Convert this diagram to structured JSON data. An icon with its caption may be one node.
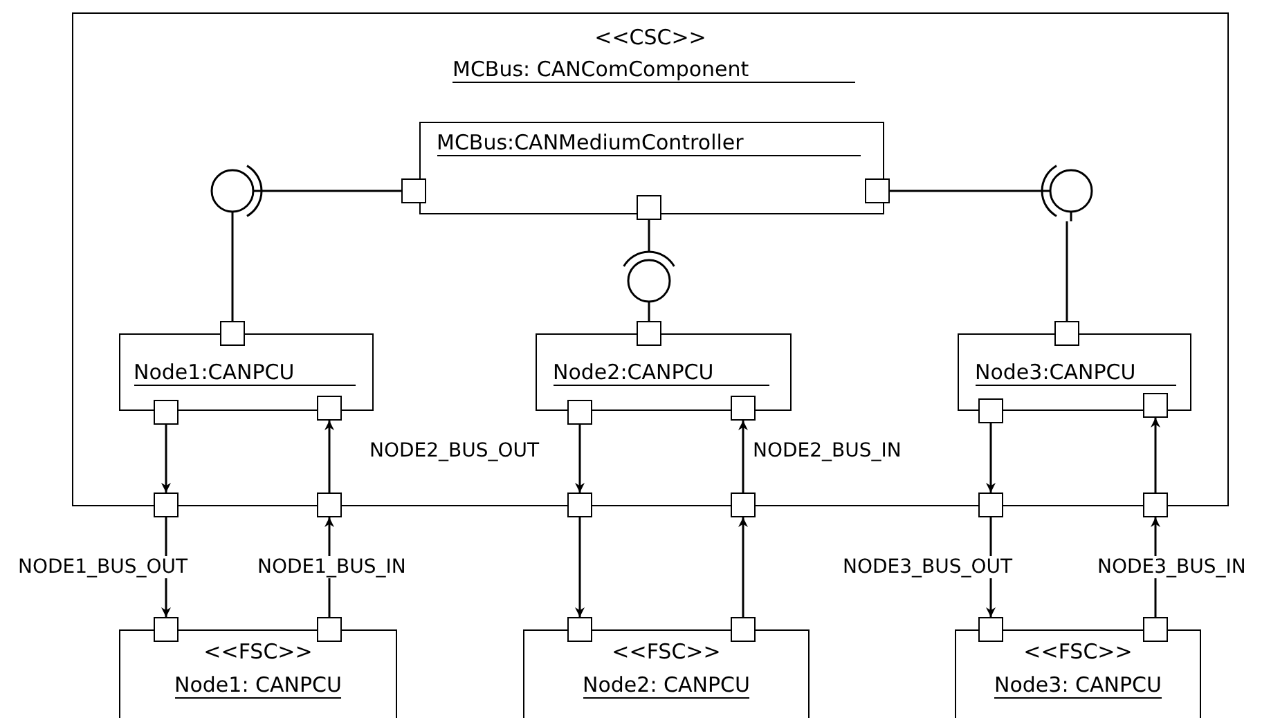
{
  "diagram": {
    "nodes": [
      {
        "text": [
          "<<CSC>>",
          "MCBus: CANComComponent"
        ]
      },
      {
        "text": [
          "MCBus:CANMediumController"
        ],
        "in": 0
      },
      {
        "text": [
          "Node1:CANPCU"
        ],
        "in": 0
      },
      {
        "text": [
          "Node2:CANPCU"
        ],
        "in": 0
      },
      {
        "text": [
          "Node3:CANPCU"
        ],
        "in": 0
      },
      {
        "text": [
          "<<FSC>>",
          "Node1: CANPCU"
        ]
      },
      {
        "text": [
          "<<FSC>>",
          "Node2: CANPCU"
        ]
      },
      {
        "text": [
          "<<FSC>>",
          "Node3: CANPCU"
        ]
      },
      {
        "text": [],
        "shape": "box",
        "in": 0
      },
      {
        "text": [],
        "shape": "box",
        "in": 0
      },
      {
        "text": [],
        "shape": "box",
        "in": 0
      },
      {
        "text": [],
        "shape": "box",
        "in": 0
      },
      {
        "text": [],
        "shape": "box",
        "in": 0
      },
      {
        "text": [],
        "shape": "box",
        "in": 0
      },
      {
        "text": [],
        "shape": "box",
        "in": 0
      },
      {
        "text": [],
        "shape": "box",
        "in": 0
      },
      {
        "text": [],
        "shape": "box",
        "in": 0
      },
      {
        "text": [],
        "shape": "box",
        "in": 0
      },
      {
        "text": [],
        "shape": "box",
        "in": 0
      },
      {
        "text": [],
        "shape": "box",
        "in": 0
      },
      {
        "text": [],
        "shape": "box"
      },
      {
        "text": [],
        "shape": "box"
      },
      {
        "text": [],
        "shape": "box"
      },
      {
        "text": [],
        "shape": "box"
      },
      {
        "text": [],
        "shape": "box"
      },
      {
        "text": [],
        "shape": "box"
      },
      {
        "text": [],
        "shape": "box"
      },
      {
        "text": [],
        "shape": "box"
      },
      {
        "text": [],
        "shape": "box"
      },
      {
        "text": [],
        "shape": "box"
      },
      {
        "text": [],
        "shape": "box"
      },
      {
        "text": [],
        "shape": "box"
      },
      {
        "text": [],
        "shape": "circle",
        "in": 0
      },
      {
        "text": [],
        "shape": "circle",
        "in": 0
      },
      {
        "text": [],
        "shape": "circle",
        "in": 0
      }
    ],
    "edges": [
      {
        "from": 8,
        "to": 32,
        "arrow": "none"
      },
      {
        "from": 32,
        "to": 11,
        "arrow": "none"
      },
      {
        "from": 9,
        "to": 33,
        "arrow": "none"
      },
      {
        "from": 33,
        "to": 12,
        "arrow": "none"
      },
      {
        "from": 10,
        "to": 34,
        "arrow": "none"
      },
      {
        "from": 34,
        "to": 13,
        "arrow": "none"
      },
      {
        "from": 14,
        "to": 20,
        "arrow": "to"
      },
      {
        "from": 20,
        "to": 26,
        "arrow": "to",
        "label": "NODE1_BUS_OUT"
      },
      {
        "from": 27,
        "to": 21,
        "arrow": "to",
        "label": "NODE1_BUS_IN"
      },
      {
        "from": 21,
        "to": 15,
        "arrow": "to"
      },
      {
        "from": 16,
        "to": 22,
        "arrow": "to",
        "label": "NODE2_BUS_OUT"
      },
      {
        "from": 22,
        "to": 28,
        "arrow": "to"
      },
      {
        "from": 29,
        "to": 23,
        "arrow": "to"
      },
      {
        "from": 23,
        "to": 17,
        "arrow": "to",
        "label": "NODE2_BUS_IN"
      },
      {
        "from": 18,
        "to": 24,
        "arrow": "to"
      },
      {
        "from": 24,
        "to": 30,
        "arrow": "to",
        "label": "NODE3_BUS_OUT"
      },
      {
        "from": 31,
        "to": 25,
        "arrow": "to",
        "label": "NODE3_BUS_IN"
      },
      {
        "from": 25,
        "to": 19,
        "arrow": "to"
      }
    ]
  }
}
